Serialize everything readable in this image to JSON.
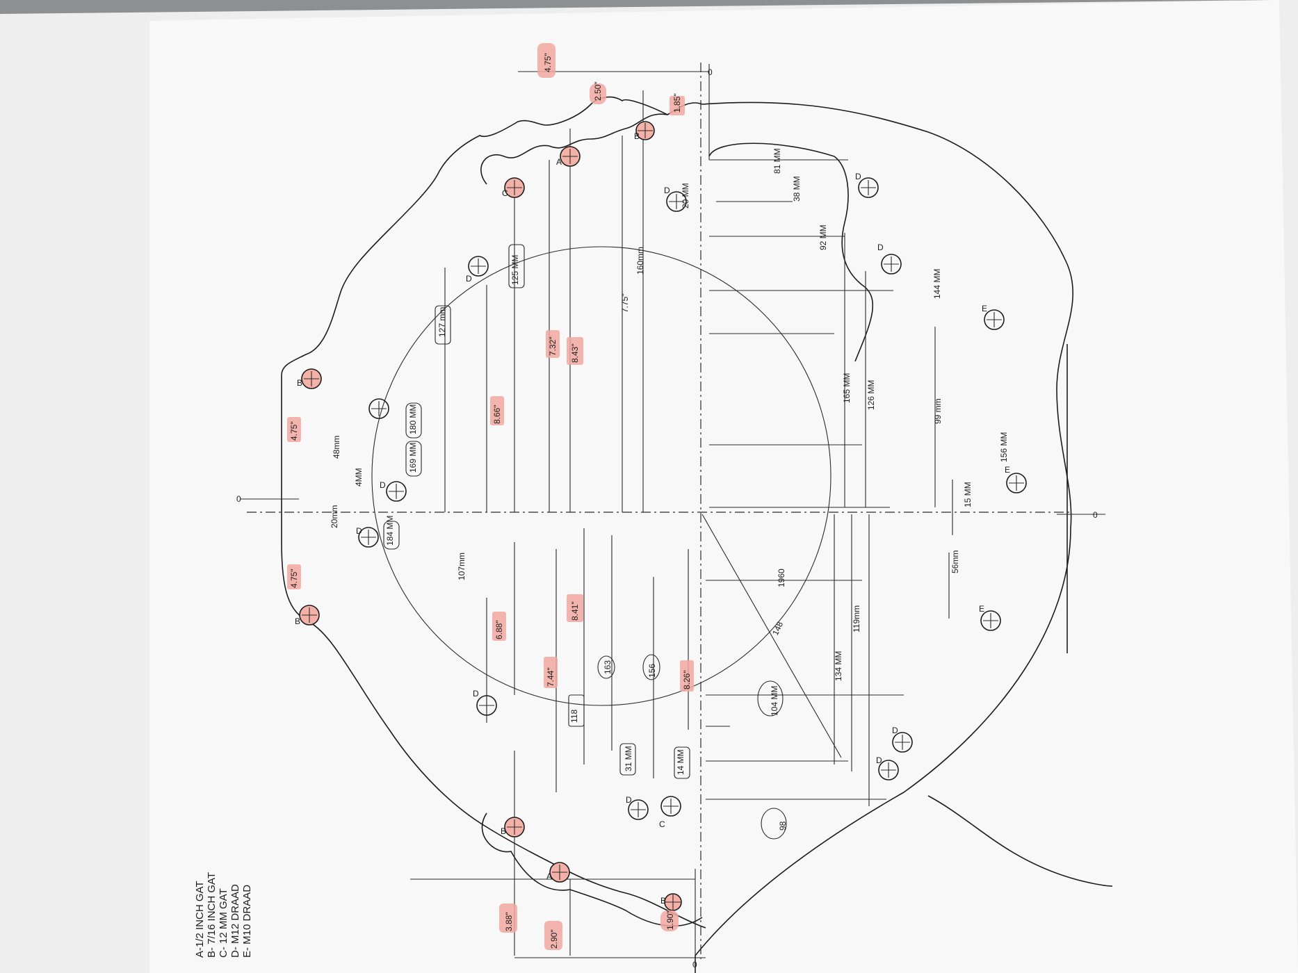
{
  "legend": [
    "A-1/2 INCH GAT",
    "B- 7/16 INCH GAT",
    "C- 12 MM GAT",
    "D- M12 DRAAD",
    "E- M10 DRAAD"
  ],
  "axis_marks": {
    "top_zero": "0",
    "bottom_zero": "0",
    "left_zero": "0",
    "right_zero": "0"
  },
  "hole_letters": {
    "a": "A",
    "b": "B",
    "c": "C",
    "d": "D",
    "e": "E"
  },
  "dimensions_mm": {
    "d127": "127 mm",
    "d125": "125 MM",
    "d160": "160mm",
    "d180": "180 MM",
    "d48": "48mm",
    "d4": "4MM",
    "d20a": "20mm",
    "d169": "169 MM",
    "d184": "184 MM",
    "d107": "107mm",
    "d163": "163",
    "d156a": "156",
    "d118": "118",
    "d31": "31 MM",
    "d14": "14 MM",
    "d98": "98",
    "d148": "148",
    "d104": "104 MM",
    "d1960": "1960",
    "d134": "134 MM",
    "d119": "119mm",
    "d56": "56mm",
    "d15": "15 MM",
    "d99": "99 mm",
    "d126": "126 MM",
    "d165": "165 MM",
    "d144": "144 MM",
    "d156b": "156 MM",
    "d92": "92 MM",
    "d38": "38 MM",
    "d81": "81 MM",
    "d20b": "20 MM"
  },
  "dimensions_inch": {
    "i475": "4.75\"",
    "i250": "2.50\"",
    "i185": "1.85\"",
    "i475b": "4.75\"",
    "i866": "8.66\"",
    "i843": "8.43\"",
    "i732": "7.32\"",
    "i775": "7.75\"",
    "i688": "6.88\"",
    "i841": "8.41\"",
    "i744": "7.44\"",
    "i826": "8.26\"",
    "i475c": "4.75\"",
    "i388": "3.88\"",
    "i290": "2.90\"",
    "i190": "1.90\""
  },
  "colors": {
    "paper": "#f7f7f7",
    "ink": "#1c1c1c",
    "highlight": "#f2a8a0",
    "background": "#8d8f90"
  }
}
